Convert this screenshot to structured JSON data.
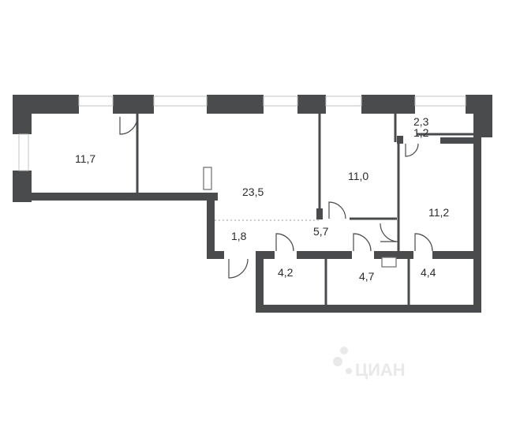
{
  "colors": {
    "wall": "#4a4b4d",
    "window": "#bfc3c7",
    "line": "#6a6c6e",
    "watermark": "#e9e9ea"
  },
  "rooms": {
    "room_11_7": "11,7",
    "room_23_5": "23,5",
    "room_11_0": "11,0",
    "room_2_3": "2,3",
    "room_1_2": "1,2",
    "room_11_2": "11,2",
    "room_1_8": "1,8",
    "room_5_7": "5,7",
    "room_4_2": "4,2",
    "room_4_7": "4,7",
    "room_4_4": "4,4"
  },
  "watermark": {
    "text": "ЦИАН",
    "icon": "cian-logo-icon"
  }
}
